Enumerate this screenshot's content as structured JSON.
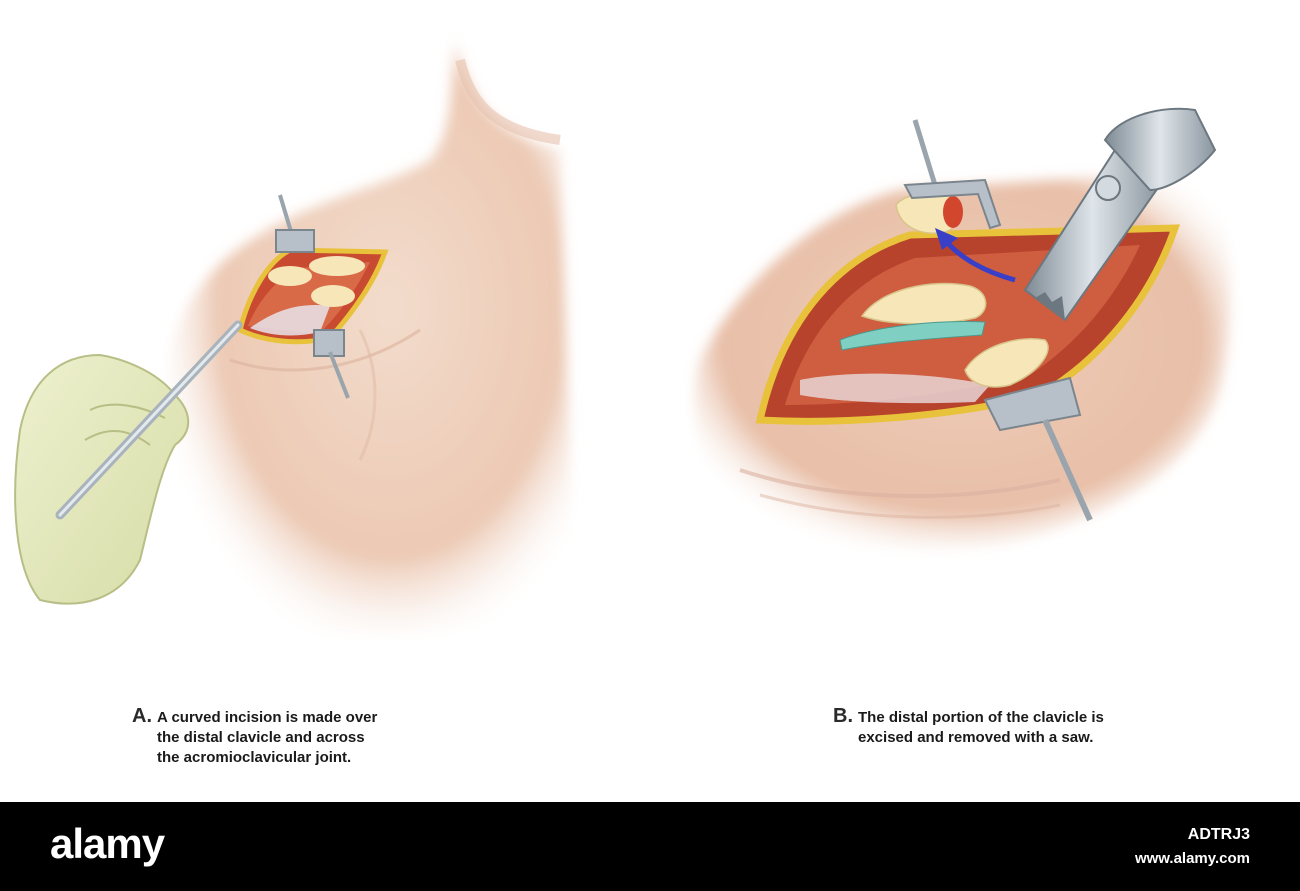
{
  "panels": [
    {
      "letter": "A.",
      "caption": "A curved incision is made over\nthe distal clavicle and across\nthe acromioclavicular joint."
    },
    {
      "letter": "B.",
      "caption": "The distal portion of the clavicle is\nexcised and removed with a saw."
    }
  ],
  "footer": {
    "logo": "alamy",
    "image_id": "ADTRJ3",
    "url": "www.alamy.com"
  },
  "colors": {
    "skin": "#f2d8c8",
    "skin_shadow": "#e4bba5",
    "muscle": "#c8523a",
    "fat_yellow": "#e8c23a",
    "bone": "#f6e6b8",
    "glove": "#e6ebc0",
    "instrument": "#a9b3bc",
    "arrow_blue": "#3a3fc8",
    "footer_bg": "#000000"
  }
}
